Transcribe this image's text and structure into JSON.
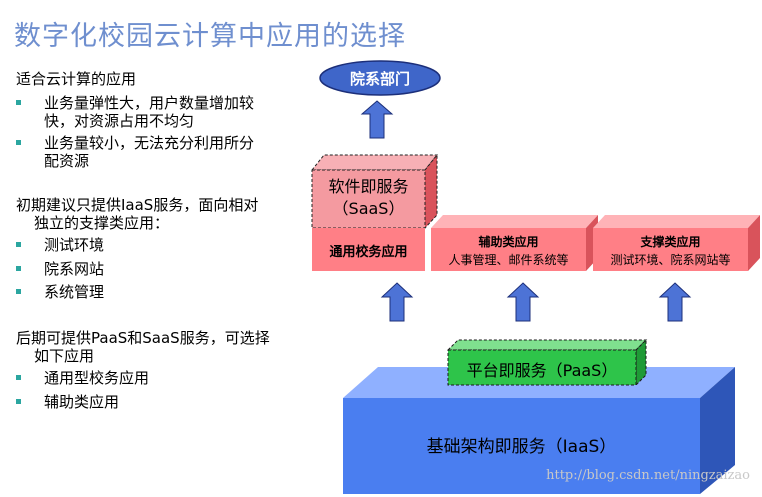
{
  "title": "数字化校园云计算中应用的选择",
  "left": {
    "section1": {
      "heading": "适合云计算的应用",
      "bullets": [
        {
          "line1": "业务量弹性大，用户数量增加较",
          "line2": "快，对资源占用不均匀"
        },
        {
          "line1": "业务量较小，无法充分利用所分",
          "line2": "配资源"
        }
      ]
    },
    "section2": {
      "heading_line1": "初期建议只提供IaaS服务，面向相对",
      "heading_line2": "独立的支撑类应用：",
      "bullets": [
        "测试环境",
        "院系网站",
        "系统管理"
      ]
    },
    "section3": {
      "heading_line1": "后期可提供PaaS和SaaS服务，可选择",
      "heading_line2": "如下应用",
      "bullets": [
        "通用型校务应用",
        "辅助类应用"
      ]
    }
  },
  "diagram": {
    "top_node": "院系部门",
    "saas_line1": "软件即服务",
    "saas_line2": "（SaaS）",
    "general_app": "通用校务应用",
    "aux_title": "辅助类应用",
    "aux_sub": "人事管理、邮件系统等",
    "support_title": "支撑类应用",
    "support_sub": "测试环境、院系网站等",
    "paas": "平台即服务（PaaS）",
    "iaas": "基础架构即服务（IaaS）"
  },
  "watermark": "http://blog.csdn.net/ningzaizao",
  "colors": {
    "title": "#6f8fcf",
    "bullet": "#2ba6a0",
    "saas_top": "#f49aa0",
    "red_box": "#ff7f86",
    "paas_green": "#2ec44a",
    "iaas_blue": "#3c6fd8",
    "arrow_blue": "#4d73d6",
    "oval_blue": "#3f66c9"
  }
}
